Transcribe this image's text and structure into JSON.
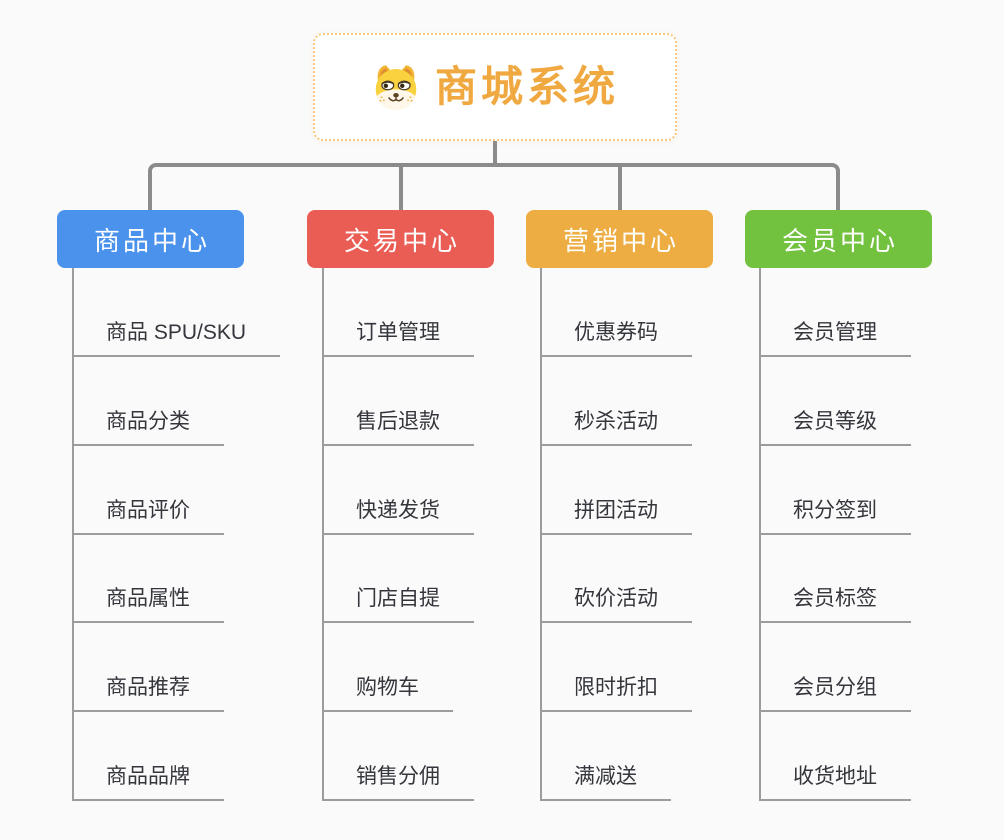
{
  "page": {
    "background": "#FAFAFA"
  },
  "root": {
    "title": "商城系统",
    "icon": "dog-face-icon",
    "title_color": "#F0A840",
    "border_color": "#F6C87E"
  },
  "connector_color": "#8B8B8B",
  "branch_line_color": "#9C9C9C",
  "branches": [
    {
      "label": "商品中心",
      "color": "#4B92EC",
      "items": [
        "商品 SPU/SKU",
        "商品分类",
        "商品评价",
        "商品属性",
        "商品推荐",
        "商品品牌"
      ]
    },
    {
      "label": "交易中心",
      "color": "#E95D55",
      "items": [
        "订单管理",
        "售后退款",
        "快递发货",
        "门店自提",
        "购物车",
        "销售分佣"
      ]
    },
    {
      "label": "营销中心",
      "color": "#EDAD42",
      "items": [
        "优惠券码",
        "秒杀活动",
        "拼团活动",
        "砍价活动",
        "限时折扣",
        "满减送"
      ]
    },
    {
      "label": "会员中心",
      "color": "#72C13F",
      "items": [
        "会员管理",
        "会员等级",
        "积分签到",
        "会员标签",
        "会员分组",
        "收货地址"
      ]
    }
  ]
}
